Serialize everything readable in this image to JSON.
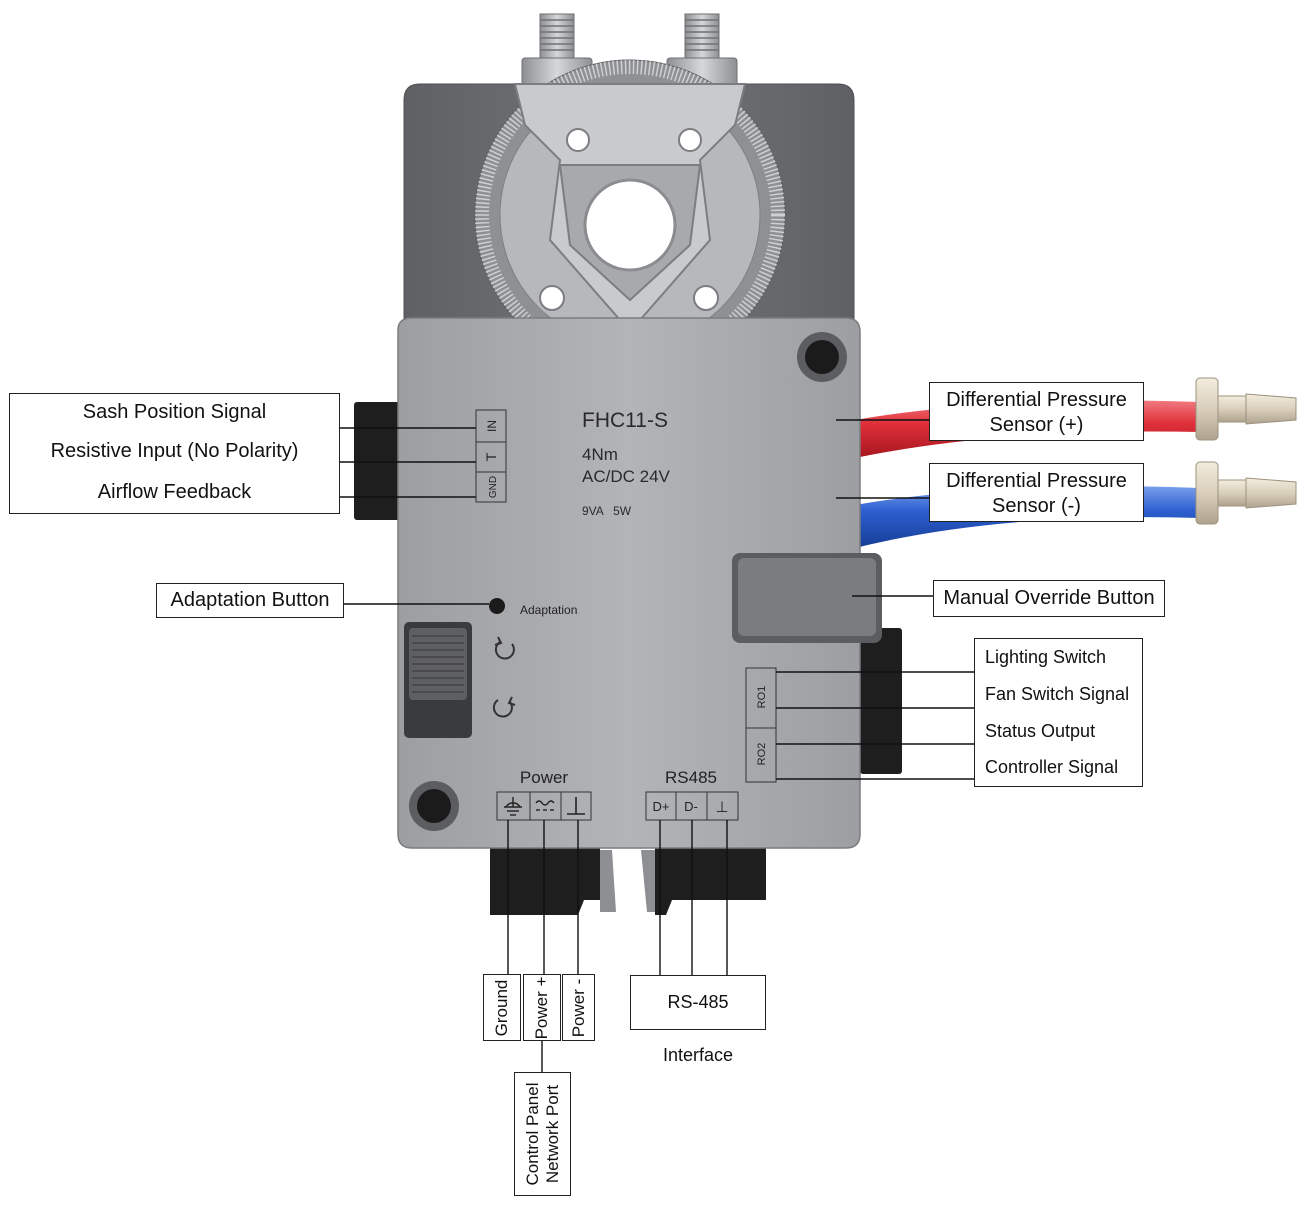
{
  "device": {
    "model": "FHC11-S",
    "torque": "4Nm",
    "voltage": "AC/DC 24V",
    "power_rating": "9VA   5W",
    "adaptation_text": "Adaptation",
    "terminals_left": [
      "IN",
      "T",
      "GND"
    ],
    "terminals_relay": [
      "RO1",
      "RO2"
    ],
    "power_group_title": "Power",
    "rs485_group_title": "RS485",
    "rs485_terminals": [
      "D+",
      "D-",
      "⊥"
    ]
  },
  "labels": {
    "sash_position": "Sash Position Signal",
    "resistive_input": "Resistive Input (No Polarity)",
    "airflow_feedback": "Airflow Feedback",
    "adaptation_button": "Adaptation Button",
    "dp_plus_line1": "Differential Pressure",
    "dp_plus_line2": "Sensor (+)",
    "dp_minus_line1": "Differential Pressure",
    "dp_minus_line2": "Sensor (-)",
    "manual_override": "Manual Override Button",
    "lighting_switch": "Lighting Switch",
    "fan_switch": "Fan Switch Signal",
    "status_output": "Status Output",
    "controller_signal": "Controller Signal",
    "ground": "Ground",
    "power_plus": "Power +",
    "power_minus": "Power -",
    "rs485_interface": "RS-485 Interface",
    "control_panel_line1": "Control Panel",
    "control_panel_line2": "Network Port"
  },
  "colors": {
    "housing_light": "#a9abae",
    "housing_dark": "#6b6d71",
    "connector_black": "#1e1e1e",
    "tube_red": "#e0303a",
    "tube_blue": "#2c5fd0"
  }
}
